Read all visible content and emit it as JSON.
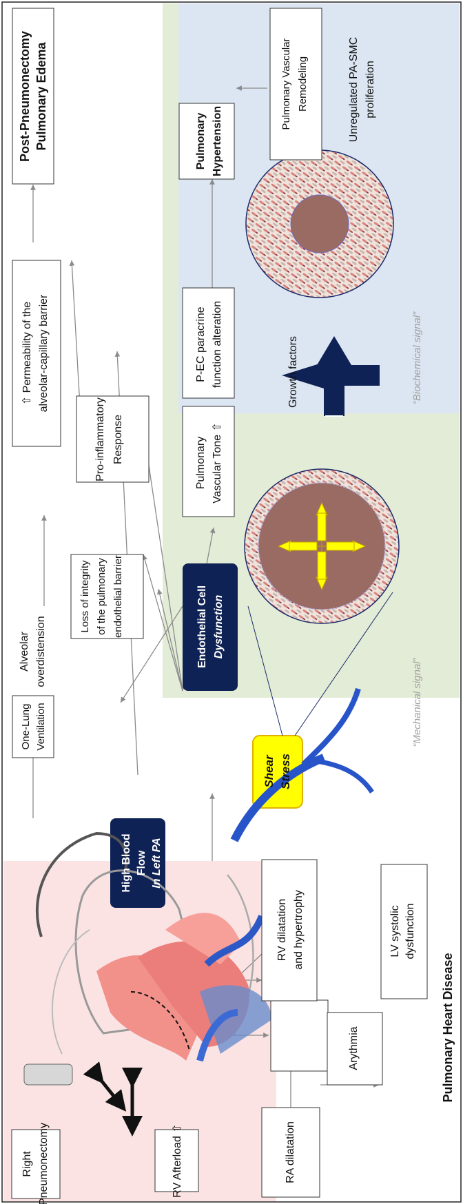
{
  "boxes": {
    "edema": "Post-Pneumonectomy Pulmonary Edema",
    "permeability": "⇧ Permeability of the alveolar-capillary barrier",
    "overdistension": "Alveolar overdistension",
    "one_lung": "One-Lung Ventilation",
    "loss_integrity": "Loss of integrity of the pulmonary endothelial barrier",
    "pro_inflammatory": "Pro-inflammatory Response",
    "ec_dysfunction_1": "Endothelial Cell",
    "ec_dysfunction_2": "Dysfunction",
    "vascular_tone": "Pulmonary Vascular Tone ⇧",
    "paracrine": "P-EC paracrine function alteration",
    "growth_factors": "Growth factors",
    "pulmonary_hypertension": "Pulmonary Hypertension",
    "remodeling": "Pulmonary Vascular Remodeling",
    "pa_smc": "Unregulated PA-SMC proliferation",
    "high_flow_1": "High Blood",
    "high_flow_2": "Flow",
    "high_flow_3": "In Left PA",
    "shear_1": "Shear",
    "shear_2": "Stress",
    "mechanical": "“Mechanical signal”",
    "biochemical": "“Biochemical signal”",
    "right_pneumonectomy": "Right Pneumonectomy",
    "rv_afterload": "RV Afterload ⇧",
    "ra_dilatation": "RA dilatation",
    "arythmia": "Arythmia",
    "rv_dilatation": "RV dilatation and hypertrophy",
    "lv_dysfunction": "LV systolic dysfunction",
    "pulmonary_heart": "Pulmonary Heart Disease"
  },
  "colors": {
    "green_panel": "#e3ecd6",
    "blue_panel": "#dce6f2",
    "pink_panel": "#fbe3e3",
    "navy": "#0f2256",
    "yellow": "#ffff00",
    "vessel_fill": "#9a6b63"
  }
}
